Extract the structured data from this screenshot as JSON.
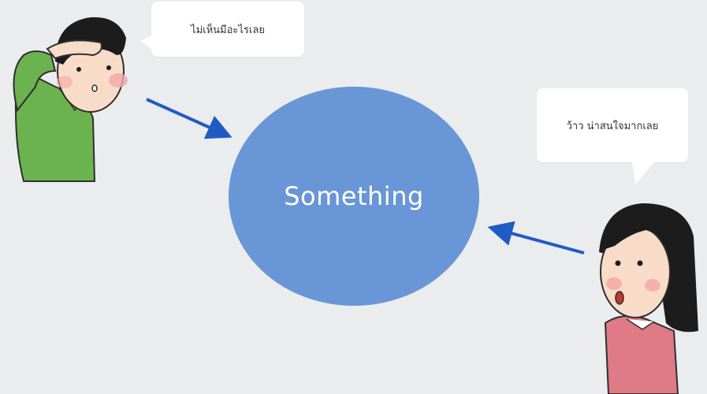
{
  "bubbles": {
    "left": "ไม่เห็นมีอะไรเลย",
    "right": "ว้าว น่าสนใจมากเลย"
  },
  "center_label": "Something",
  "colors": {
    "background": "#ebecee",
    "circle": "#6896d6",
    "arrow": "#1f5bc4",
    "man_shirt": "#6bb34e",
    "woman_shirt": "#de7b86"
  }
}
